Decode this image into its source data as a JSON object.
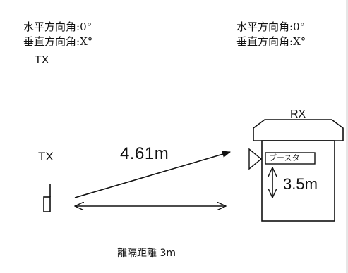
{
  "left_block": {
    "horizontal_label": "水平方向角",
    "horizontal_value": ":0°",
    "vertical_label": "垂直方向角",
    "vertical_value": ":X°",
    "tx_title": "TX"
  },
  "right_block": {
    "horizontal_label": "水平方向角",
    "horizontal_value": ":0°",
    "vertical_label": "垂直方向角",
    "vertical_value": ":X°"
  },
  "diagram": {
    "tx_label": "TX",
    "rx_label": "RX",
    "diagonal_distance": "4.61m",
    "booster_label": "ブースタ",
    "booster_height": "3.5m",
    "separation_label": "離隔距離 3m"
  }
}
